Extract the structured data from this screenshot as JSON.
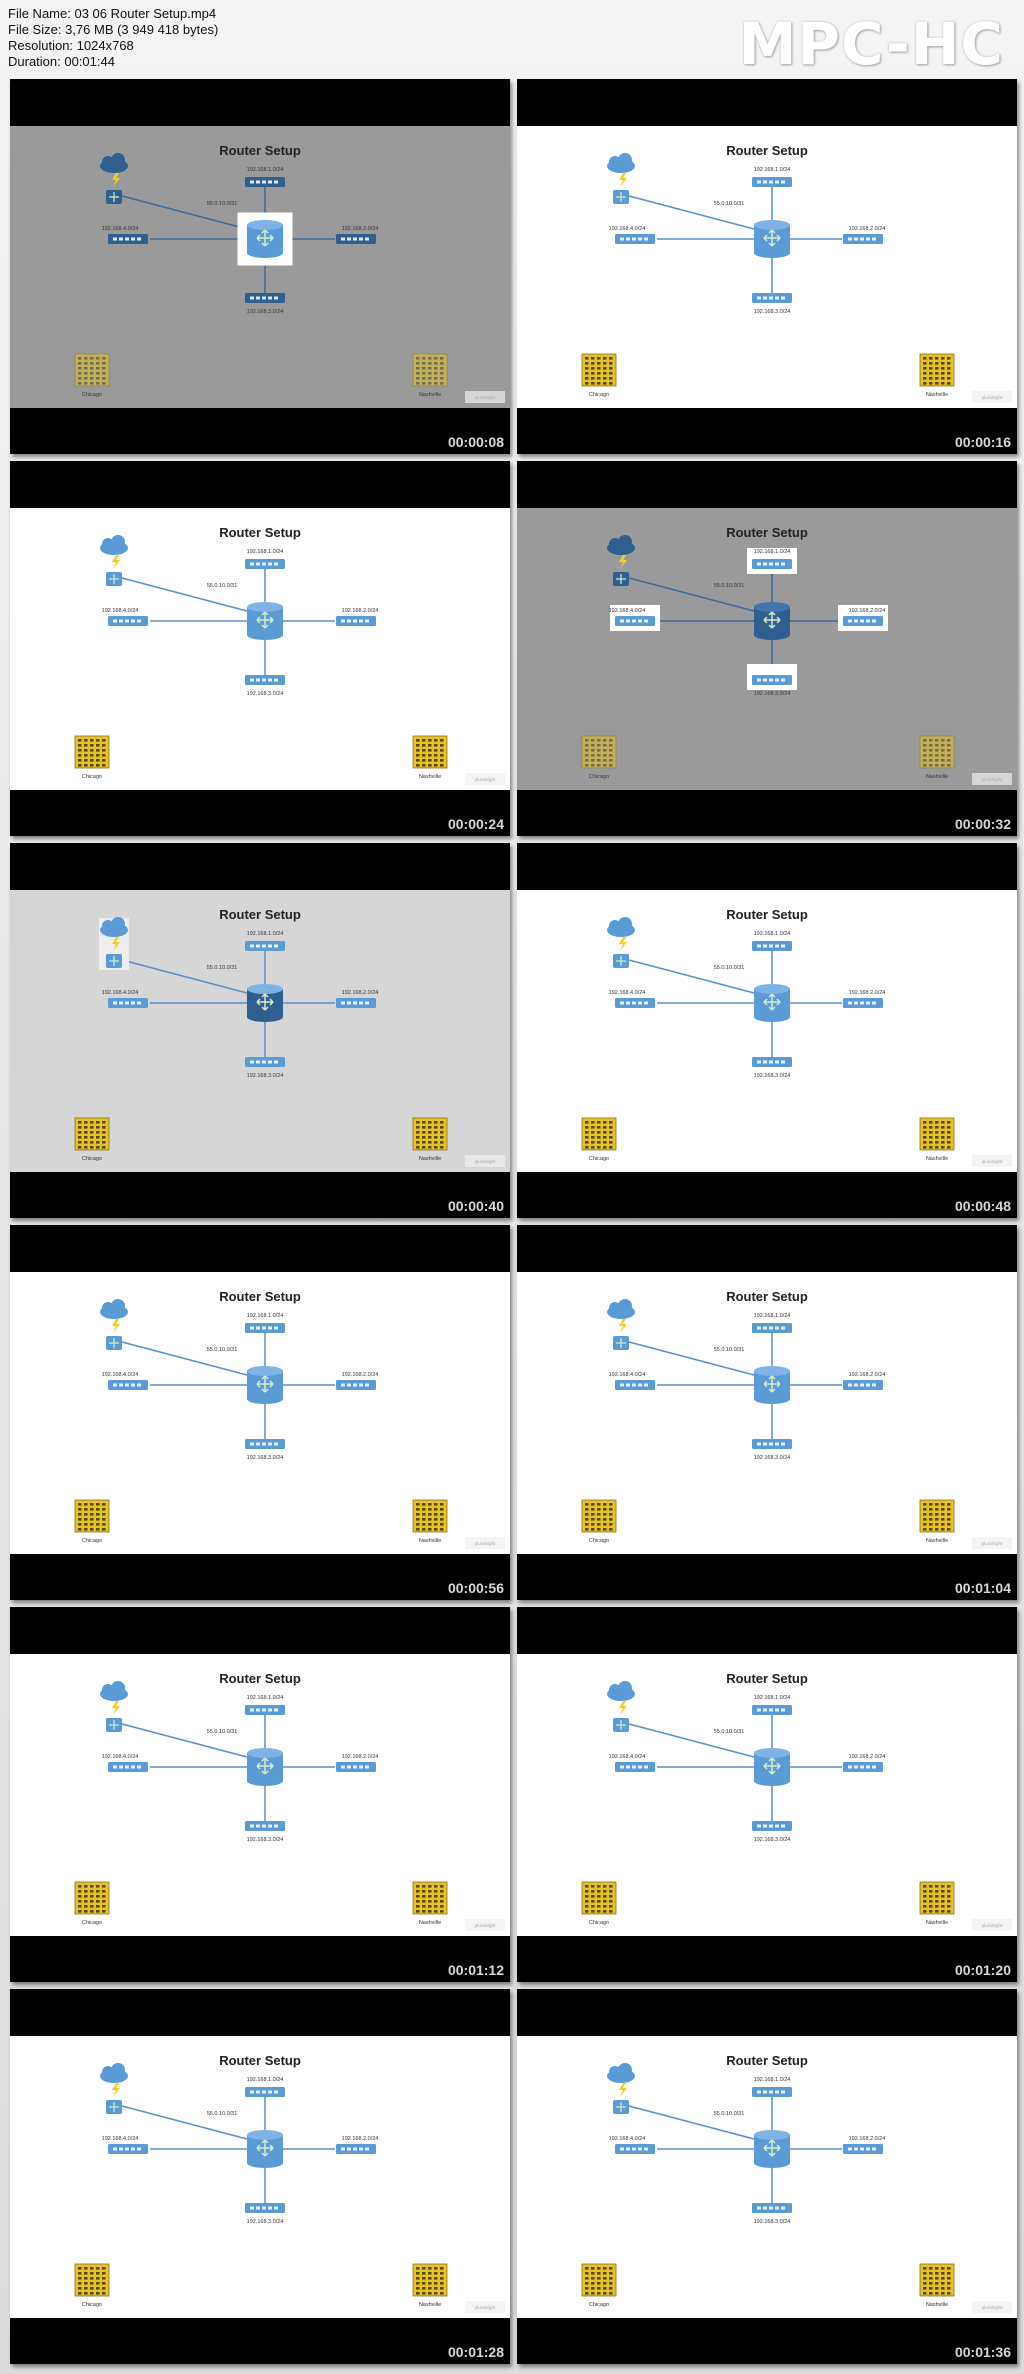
{
  "header": {
    "file_name": "File Name: 03 06 Router Setup.mp4",
    "file_size": "File Size: 3,76 MB (3 949 418 bytes)",
    "resolution": "Resolution: 1024x768",
    "duration": "Duration: 00:01:44",
    "logo": "MPC-HC"
  },
  "slide": {
    "title": "Router Setup",
    "net_top": "192.168.1.0/24",
    "net_left": "192.168.4.0/24",
    "net_right": "192.168.2.0/24",
    "net_bottom": "192.168.3.0/24",
    "wan": "55.0.10.0/31",
    "site_left": "Chicago",
    "site_right": "Nashville",
    "watermark": "pluralsight"
  },
  "colors": {
    "device_blue": "#5b9bd5",
    "device_dark": "#2f5f8f",
    "building_yellow": "#e6c229",
    "bolt_yellow": "#f2d022"
  },
  "thumbnails": [
    {
      "timestamp": "00:00:08",
      "state": "router-focus"
    },
    {
      "timestamp": "00:00:16",
      "state": "normal"
    },
    {
      "timestamp": "00:00:24",
      "state": "normal"
    },
    {
      "timestamp": "00:00:32",
      "state": "switch-focus"
    },
    {
      "timestamp": "00:00:40",
      "state": "cloud-focus"
    },
    {
      "timestamp": "00:00:48",
      "state": "normal"
    },
    {
      "timestamp": "00:00:56",
      "state": "normal"
    },
    {
      "timestamp": "00:01:04",
      "state": "normal"
    },
    {
      "timestamp": "00:01:12",
      "state": "normal"
    },
    {
      "timestamp": "00:01:20",
      "state": "normal"
    },
    {
      "timestamp": "00:01:28",
      "state": "normal"
    },
    {
      "timestamp": "00:01:36",
      "state": "normal"
    }
  ]
}
